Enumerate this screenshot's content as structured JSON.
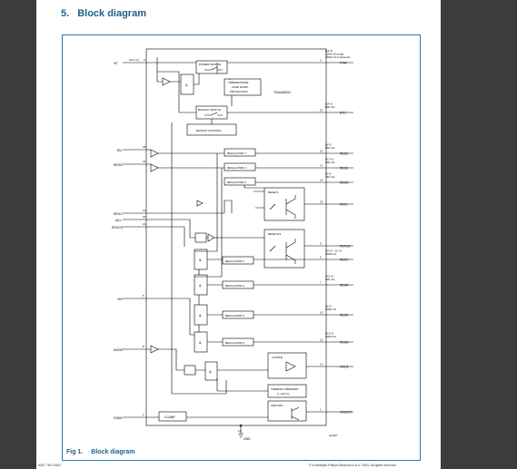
{
  "section": {
    "number": "5.",
    "title": "Block diagram"
  },
  "figure": {
    "label": "Fig 1.",
    "title": "Block diagram",
    "id_code": "sec467"
  },
  "footer": {
    "left": "9397 750 13357",
    "right": "© Koninklijke Philips Electronics N.V. 2004. All rights reserved."
  },
  "ic": {
    "name": "TDA3663J"
  },
  "colors": {
    "heading": "#1f5f8b",
    "frame": "#2b7bb0",
    "viewer_bg": "#3c3c3c"
  },
  "pins": {
    "vp": {
      "name": "VP",
      "spec": "(14.4 V)",
      "num": "3"
    },
    "en": {
      "name": "EN",
      "num": "18"
    },
    "regd": {
      "name": "REGD",
      "num": "22"
    },
    "regc": {
      "name": "REGC",
      "num": "19"
    },
    "adj": {
      "name": "ADJ",
      "num": "20"
    },
    "regcs": {
      "name": "REGCS",
      "num": "21"
    },
    "vin": {
      "name": "VIN",
      "num": "5"
    },
    "mode": {
      "name": "MODE",
      "num": "8"
    },
    "ignin": {
      "name": "IGNIN",
      "num": "2"
    },
    "gnd": {
      "name": "GND",
      "num": "13"
    }
  },
  "outputs": [
    {
      "name": "PSW",
      "num": "4",
      "spec1": "(14 V)",
      "spec2": "1000 mA surge",
      "spec3": "2200 mA continuous"
    },
    {
      "name": "BTC",
      "num": "16",
      "spec1": "(14 V)",
      "spec2": "800 mA"
    },
    {
      "name": "REG1",
      "num": "15",
      "spec1": "(8 V)",
      "spec2": "600 mA"
    },
    {
      "name": "REG2",
      "num": "17",
      "spec1": "(5.3 V)",
      "spec2": "300 mA"
    },
    {
      "name": "REG3",
      "num": "14",
      "spec1": "(5 V)",
      "spec2": "150 mA"
    },
    {
      "name": "RST1",
      "num": "23"
    },
    {
      "name": "RST2/3",
      "num": "9"
    },
    {
      "name": "REG7",
      "num": "6",
      "spec1": "(3.4 V - 10 V)",
      "spec2": "2000 mA"
    },
    {
      "name": "REG4",
      "num": "7",
      "spec1": "(4.5 V)",
      "spec2": "300 mA"
    },
    {
      "name": "REG5",
      "num": "10",
      "spec1": "(8 V)",
      "spec2": "1000 mA"
    },
    {
      "name": "REG6",
      "num": "12",
      "spec1": "(3.3 V)",
      "spec2": "1000 mA"
    },
    {
      "name": "HOLD",
      "num": "11"
    },
    {
      "name": "IGNOUT",
      "num": "1"
    }
  ],
  "blocks": {
    "power_switch": "POWER SWITCH",
    "temp_protect_1": "TEMPERATURE",
    "temp_protect_2": "LOAD DUMP",
    "temp_protect_3": "PROTECTION",
    "backup_switch": "BACKUP SWITCH",
    "backup_control": "BACKUP CONTROL",
    "reg1": "REGULATOR 1",
    "reg2": "REGULATOR 2",
    "reg3": "REGULATOR 3",
    "reset1": "RESET1",
    "reset23": "RESET2/3",
    "reg7": "REGULATOR 7",
    "reg4": "REGULATOR 4",
    "reg5": "REGULATOR 5",
    "reg6": "REGULATOR 6",
    "three_state": "3-STATE",
    "thermal_1": "THERMAL PREWARN",
    "thermal_2": "(≈ 140 °C)",
    "ignition": "IGNITION",
    "clamp": "CLAMP",
    "latch": "&"
  }
}
